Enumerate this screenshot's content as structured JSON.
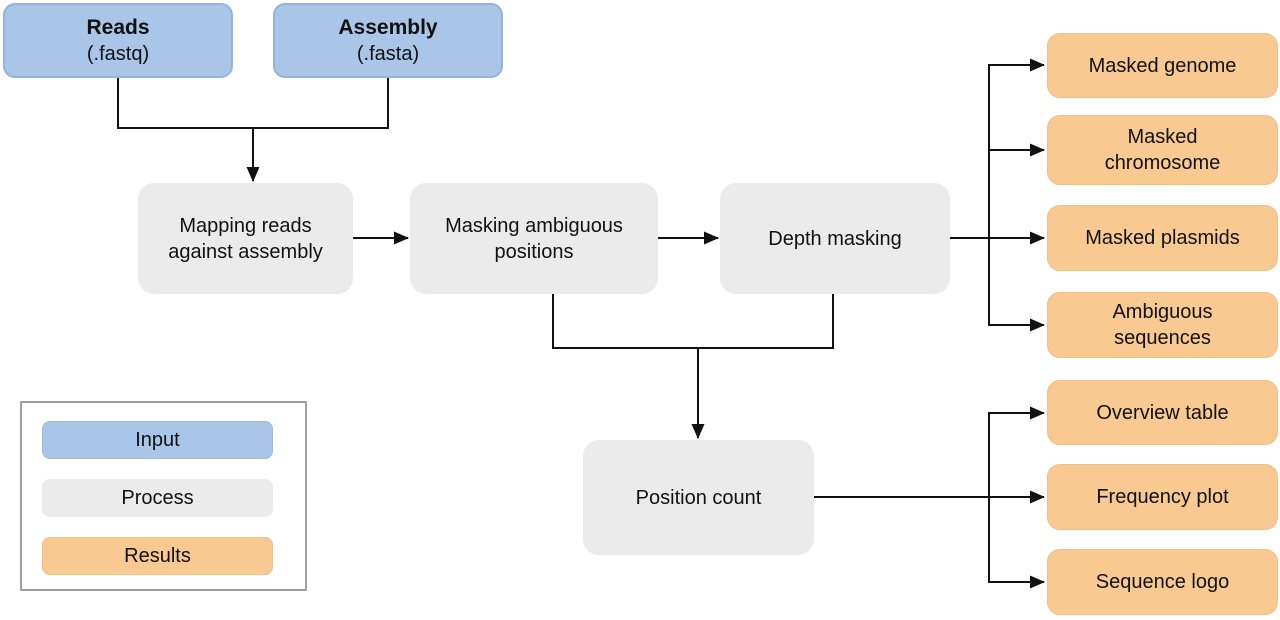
{
  "diagram": {
    "nodes": {
      "reads": {
        "title": "Reads",
        "subtitle": "(.fastq)"
      },
      "assembly": {
        "title": "Assembly",
        "subtitle": "(.fasta)"
      },
      "mapping": {
        "label": "Mapping reads\nagainst assembly"
      },
      "masking": {
        "label": "Masking ambiguous\npositions"
      },
      "depth": {
        "label": "Depth masking"
      },
      "position_count": {
        "label": "Position count"
      },
      "masked_genome": {
        "label": "Masked genome"
      },
      "masked_chromosome": {
        "label": "Masked\nchromosome"
      },
      "masked_plasmids": {
        "label": "Masked plasmids"
      },
      "ambiguous_sequences": {
        "label": "Ambiguous\nsequences"
      },
      "overview_table": {
        "label": "Overview table"
      },
      "frequency_plot": {
        "label": "Frequency plot"
      },
      "sequence_logo": {
        "label": "Sequence logo"
      }
    }
  },
  "legend": {
    "items": [
      {
        "label": "Input",
        "color": "#a9c5e8"
      },
      {
        "label": "Process",
        "color": "#ebebeb"
      },
      {
        "label": "Results",
        "color": "#f9c992"
      }
    ]
  },
  "colors": {
    "input_fill": "#a9c5e8",
    "input_border": "#95b3db",
    "process_fill": "#ebebeb",
    "results_fill": "#f9c992",
    "connector_line": "#111111",
    "legend_border": "#a0a0a0"
  }
}
